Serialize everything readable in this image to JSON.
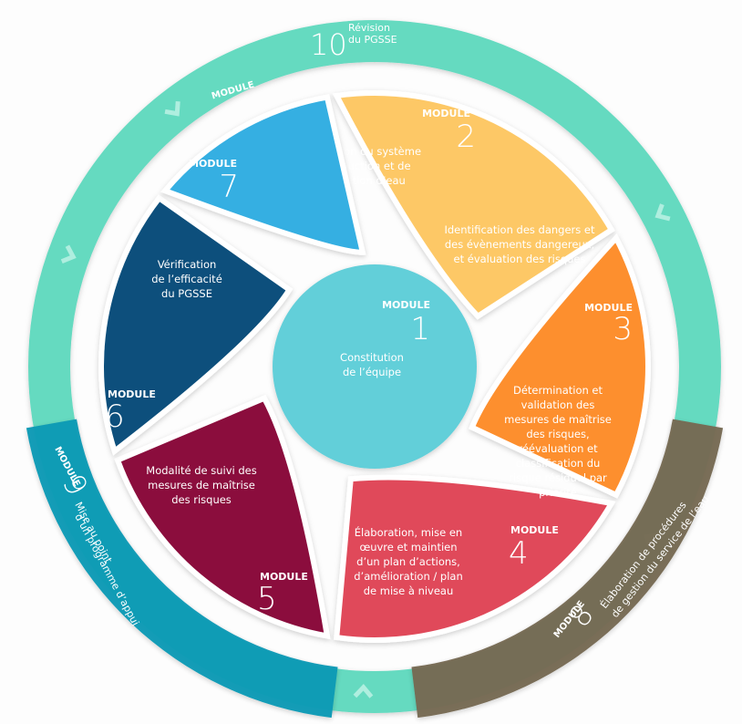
{
  "diagram": {
    "module_word": "MODULE",
    "center": {
      "number": "1",
      "lines": [
        "Constitution",
        "de l’équipe"
      ],
      "color": "#62cfd9"
    },
    "segments": [
      {
        "id": "2",
        "number": "2",
        "color": "#fdc866",
        "lines": [
          "Description du système",
          "de production et de",
          "distribution d’eau"
        ]
      },
      {
        "id": "3",
        "number": "3",
        "color": "#fd8f2f",
        "lines": [
          "Identification des dangers et",
          "des évènements dangereux,",
          "et évaluation des risques"
        ]
      },
      {
        "id": "4",
        "number": "4",
        "color": "#e04a5a",
        "lines": [
          "Détermination et",
          "validation des",
          "mesures de maîtrise",
          "des risques,",
          "réévaluation et",
          "classification du",
          "risque résiduel par",
          "priorité"
        ]
      },
      {
        "id": "5",
        "number": "5",
        "color": "#8b103d",
        "lines": [
          "Élaboration, mise en",
          "œuvre et maintien",
          "d’un plan d’actions,",
          "d’amélioration / plan",
          "de mise à niveau"
        ]
      },
      {
        "id": "6",
        "number": "6",
        "color": "#0b4f7b",
        "lines": [
          "Modalité de suivi des",
          "mesures de maîtrise",
          "des risques"
        ]
      },
      {
        "id": "7",
        "number": "7",
        "color": "#34afe2",
        "lines": [
          "Vérification",
          "de l’efficacité",
          "du PGSSE"
        ]
      }
    ],
    "outer_ring": {
      "color": "#65dac0",
      "arrow_color": "#b7efe2",
      "module10": {
        "number": "10",
        "lines": [
          "Révision",
          "du PGSSE"
        ]
      }
    },
    "bands": [
      {
        "id": "9",
        "number": "9",
        "color": "#0f9ab5",
        "lines": [
          "Mise au point",
          "d’un programme d’appui"
        ]
      },
      {
        "id": "8",
        "number": "8",
        "color": "#766a52",
        "lines": [
          "Élaboration de procédures",
          "de gestion du service de l’eau"
        ]
      }
    ]
  }
}
